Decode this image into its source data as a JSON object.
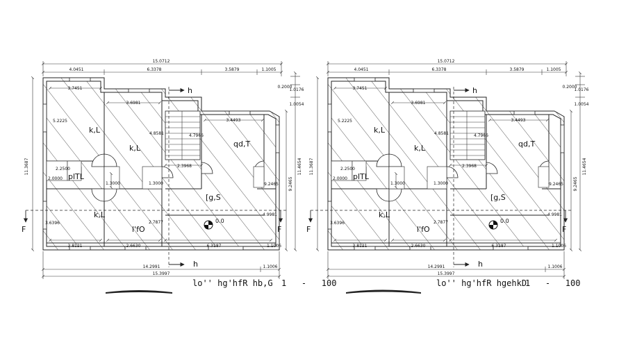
{
  "colors": {
    "ink": "#222222",
    "hatch": "#333333",
    "background": "#ffffff"
  },
  "plans": [
    {
      "id": "ground",
      "top_dims": {
        "overall": "15.0712",
        "d1": "4.0451",
        "d2": "6.3378",
        "d3": "3.5879",
        "d4": "1.1005"
      },
      "bottom_dims": {
        "d1": "14.2991",
        "d2": "1.1006",
        "overall": "15.3997"
      },
      "left_dim": "11.3687",
      "right_dims": {
        "a": "0.2000",
        "b": "1.0176",
        "c": "1.0054",
        "d": "11.4654",
        "e": "9.2465"
      },
      "inner_dims": [
        "3.7451",
        "3.6981",
        "5.2225",
        "4.8581",
        "3.4493",
        "4.7966",
        "2.2500",
        "2.0000",
        "1.3000",
        "1.3000",
        "2.3968",
        "3.6396",
        "2.7877",
        "3.8121",
        "2.6630",
        "6.3187",
        "9.2465",
        "4.9981",
        "1.1006"
      ],
      "rooms": {
        "r1": "k,L",
        "r2": "k,L",
        "r3": "qd,T",
        "r4": "plTL",
        "r5": "[g,S",
        "r6": "k,L",
        "r7": "l'fO"
      },
      "section_marks": {
        "h": "h",
        "f": "F"
      },
      "level": "0.0",
      "title": "lo'' hg'hfR hb,G",
      "scale": "1   -   100"
    },
    {
      "id": "first",
      "top_dims": {
        "overall": "15.0712",
        "d1": "4.0451",
        "d2": "6.3378",
        "d3": "3.5879",
        "d4": "1.1005"
      },
      "bottom_dims": {
        "d1": "14.2991",
        "d2": "1.1006",
        "overall": "15.3997"
      },
      "left_dim": "11.3687",
      "right_dims": {
        "a": "0.2000",
        "b": "1.0176",
        "c": "1.0054",
        "d": "11.4654",
        "e": "9.2465"
      },
      "inner_dims": [
        "3.7451",
        "3.6981",
        "5.2225",
        "4.8581",
        "3.4493",
        "4.7966",
        "2.2500",
        "2.0000",
        "1.3000",
        "1.3000",
        "2.3968",
        "3.6396",
        "2.7877",
        "3.8121",
        "2.6630",
        "6.3187",
        "9.2465",
        "4.9981",
        "1.1006"
      ],
      "rooms": {
        "r1": "k,L",
        "r2": "k,L",
        "r3": "qd,T",
        "r4": "plTL",
        "r5": "[g,S",
        "r6": "k,L",
        "r7": "l'fO"
      },
      "section_marks": {
        "h": "h",
        "f": "F"
      },
      "level": "0.0",
      "title": "lo'' hg'hfR hgehkD",
      "scale": "1   -   100"
    }
  ]
}
